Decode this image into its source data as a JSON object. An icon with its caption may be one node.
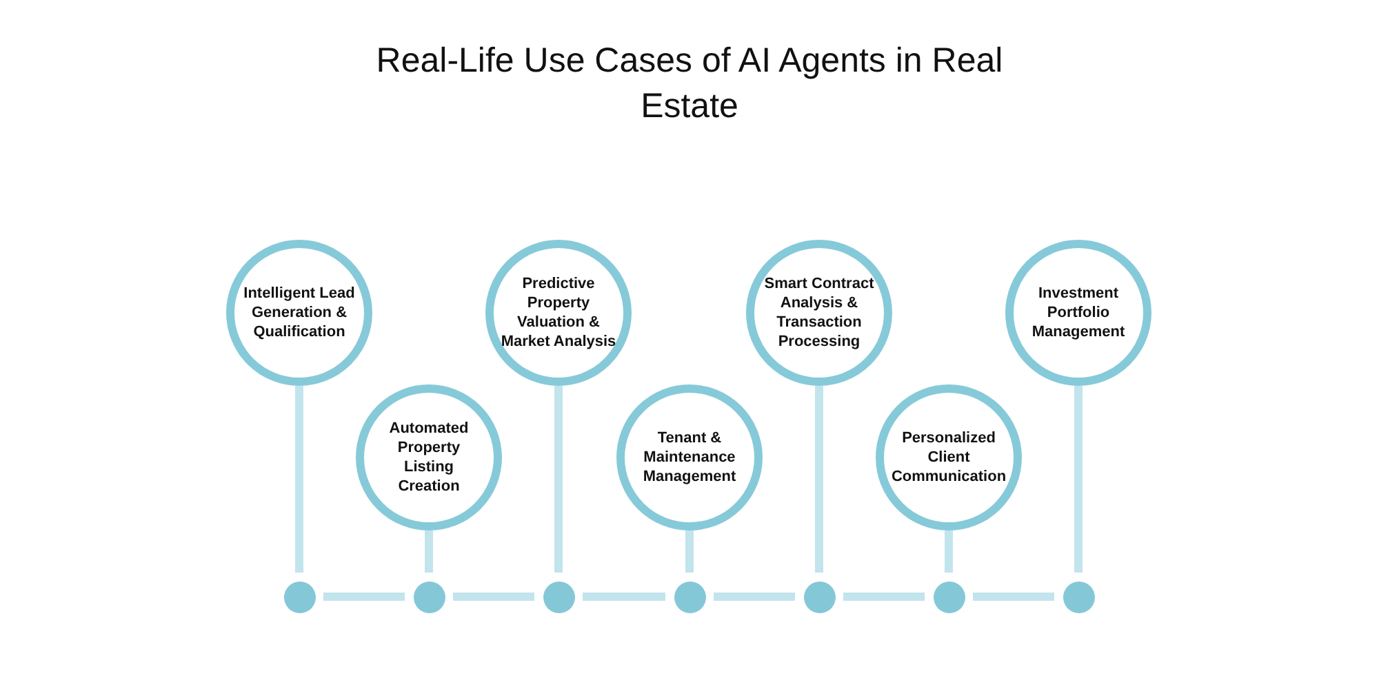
{
  "diagram": {
    "title": "Real-Life Use Cases of AI Agents in Real Estate",
    "nodes": [
      {
        "text": [
          "Intelligent Lead Generation & Qualification"
        ]
      },
      {
        "text": [
          "Automated Property Listing Creation"
        ]
      },
      {
        "text": [
          "Predictive Property Valuation & Market Analysis"
        ]
      },
      {
        "text": [
          "Tenant & Maintenance Management"
        ]
      },
      {
        "text": [
          "Smart Contract Analysis & Transaction Processing"
        ]
      },
      {
        "text": [
          "Personalized Client Communication"
        ]
      },
      {
        "text": [
          "Investment Portfolio Management"
        ]
      },
      {
        "text": [],
        "shape": "circle"
      },
      {
        "text": [],
        "shape": "circle"
      },
      {
        "text": [],
        "shape": "circle"
      },
      {
        "text": [],
        "shape": "circle"
      },
      {
        "text": [],
        "shape": "circle"
      },
      {
        "text": [],
        "shape": "circle"
      },
      {
        "text": [],
        "shape": "circle"
      }
    ],
    "edges": [
      {
        "from": 0,
        "to": 7,
        "arrow": "none"
      },
      {
        "from": 1,
        "to": 8,
        "arrow": "none"
      },
      {
        "from": 2,
        "to": 9,
        "arrow": "none"
      },
      {
        "from": 3,
        "to": 10,
        "arrow": "none"
      },
      {
        "from": 4,
        "to": 11,
        "arrow": "none"
      },
      {
        "from": 5,
        "to": 12,
        "arrow": "none"
      },
      {
        "from": 6,
        "to": 13,
        "arrow": "none"
      },
      {
        "from": 7,
        "to": 8,
        "arrow": "none"
      },
      {
        "from": 8,
        "to": 9,
        "arrow": "none"
      },
      {
        "from": 9,
        "to": 10,
        "arrow": "none"
      },
      {
        "from": 10,
        "to": 11,
        "arrow": "none"
      },
      {
        "from": 11,
        "to": 12,
        "arrow": "none"
      },
      {
        "from": 12,
        "to": 13,
        "arrow": "none"
      }
    ]
  }
}
